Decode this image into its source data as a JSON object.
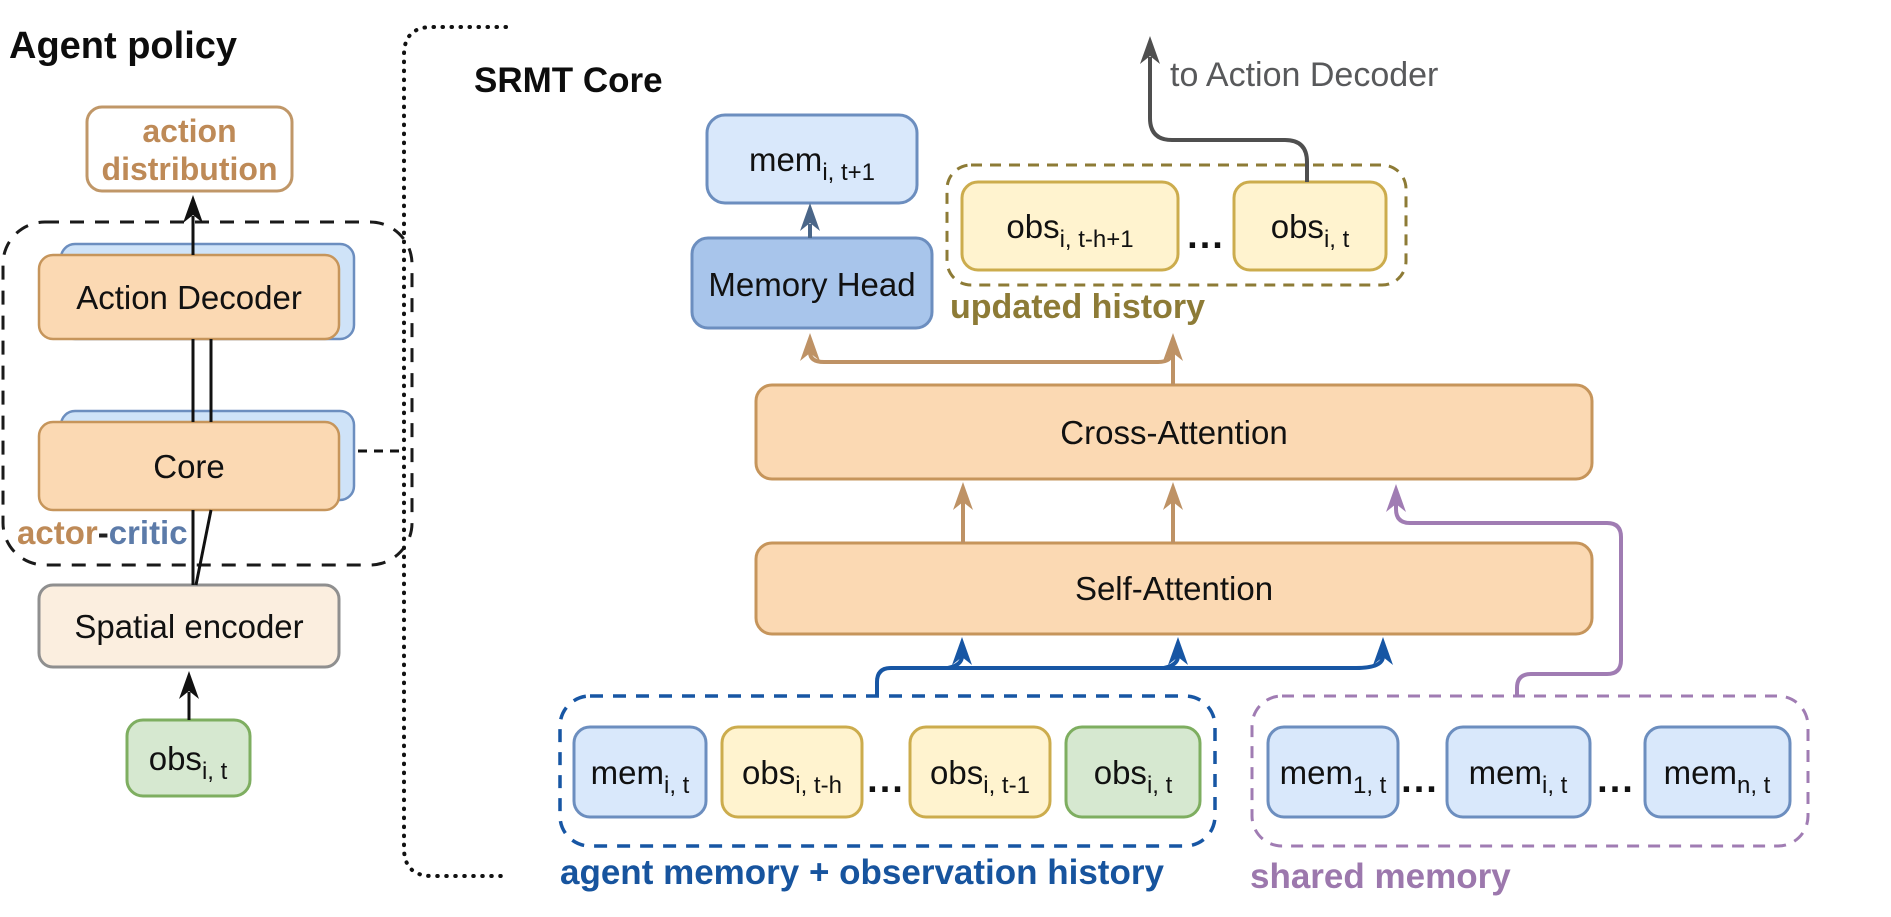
{
  "figure": {
    "left_panel_title": "Agent policy",
    "srmt_panel_title": "SRMT Core"
  },
  "labels": {
    "action_distribution_line1": "action",
    "action_distribution_line2": "distribution",
    "action_decoder": "Action Decoder",
    "core": "Core",
    "actor": "actor",
    "hyphen": "-",
    "critic": "critic",
    "spatial_encoder": "Spatial encoder",
    "memory_head": "Memory Head",
    "to_action_decoder": "to Action Decoder",
    "updated_history": "updated history",
    "cross_attention": "Cross-Attention",
    "self_attention": "Self-Attention",
    "agent_history": "agent memory + observation history",
    "shared_memory": "shared memory",
    "dots": "..."
  },
  "tokens": {
    "obs_current_input": {
      "base": "obs",
      "sub": "i, t"
    },
    "mem_next": {
      "base": "mem",
      "sub": "i, t+1"
    },
    "updated_obs_first": {
      "base": "obs",
      "sub": "i, t-h+1"
    },
    "updated_obs_last": {
      "base": "obs",
      "sub": "i, t"
    },
    "agent_mem": {
      "base": "mem",
      "sub": "i, t"
    },
    "agent_obs_oldest": {
      "base": "obs",
      "sub": "i, t-h"
    },
    "agent_obs_prev": {
      "base": "obs",
      "sub": "i, t-1"
    },
    "agent_obs_current": {
      "base": "obs",
      "sub": "i, t"
    },
    "shared_mem_first": {
      "base": "mem",
      "sub": "1, t"
    },
    "shared_mem_i": {
      "base": "mem",
      "sub": "i, t"
    },
    "shared_mem_n": {
      "base": "mem",
      "sub": "n, t"
    }
  },
  "colors": {
    "orange_fill": "#FBD9B3",
    "orange_stroke": "#C6955B",
    "blue_fill": "#D9E8FB",
    "blue_shadow_fill": "#CFE3F8",
    "blue_stroke": "#6C8EBF",
    "memory_head_fill": "#A8C5EB",
    "yellow_fill": "#FFF3CF",
    "yellow_stroke": "#CCAC4D",
    "green_fill": "#D6E8D0",
    "green_stroke": "#7EAE60",
    "cream_fill": "#FBEEDF",
    "cream_stroke": "#8F8F8F",
    "white_box_stroke": "#C09768",
    "tan_arrow": "#BE9265",
    "tan_text": "#BE8A57",
    "blue_arrow": "#1756A4",
    "blue_label": "#17549E",
    "critic_blue": "#5C7BA9",
    "slate_arrow": "#4A6688",
    "purple": "#A07CB3",
    "purple_label": "#9C78AD",
    "olive": "#8D7B36",
    "gray_text": "#58595B",
    "gray_arrow": "#4F4F4F",
    "black": "#111111"
  }
}
